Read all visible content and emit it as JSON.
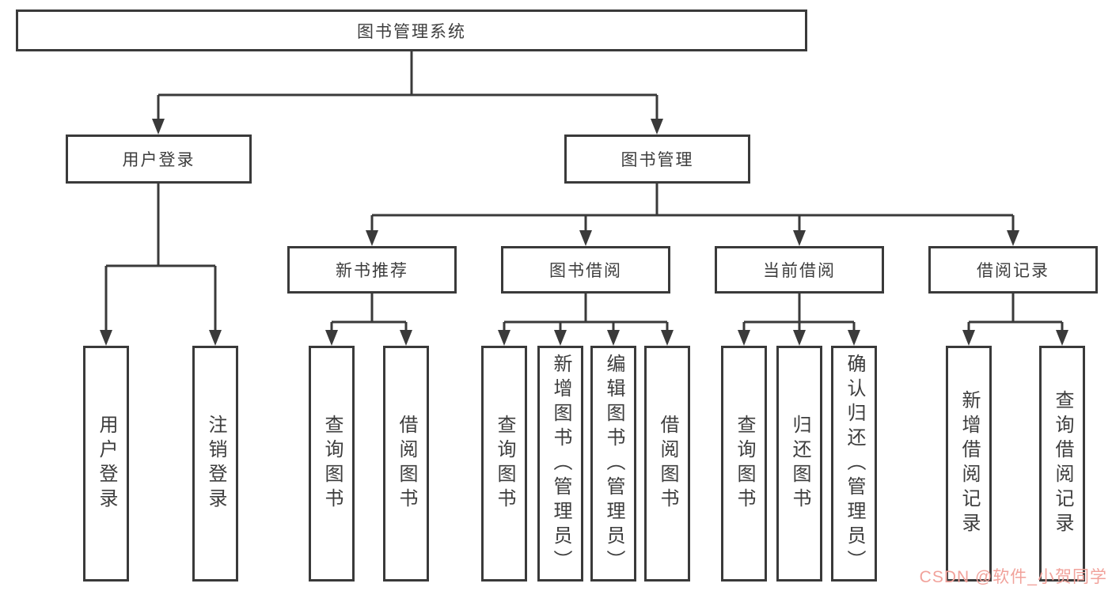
{
  "tree": {
    "root": {
      "label": "图书管理系统"
    },
    "level2": [
      {
        "label": "用户登录"
      },
      {
        "label": "图书管理"
      }
    ],
    "level3": [
      {
        "label": "新书推荐"
      },
      {
        "label": "图书借阅"
      },
      {
        "label": "当前借阅"
      },
      {
        "label": "借阅记录"
      }
    ],
    "leaves": {
      "userLogin": [
        {
          "label": "用户登录"
        },
        {
          "label": "注销登录"
        }
      ],
      "newBooks": [
        {
          "label": "查询图书"
        },
        {
          "label": "借阅图书"
        }
      ],
      "borrow": [
        {
          "label": "查询图书"
        },
        {
          "label": "新增图书（管理员）"
        },
        {
          "label": "编辑图书（管理员）"
        },
        {
          "label": "借阅图书"
        }
      ],
      "current": [
        {
          "label": "查询图书"
        },
        {
          "label": "归还图书"
        },
        {
          "label": "确认归还（管理员）"
        }
      ],
      "records": [
        {
          "label": "新增借阅记录"
        },
        {
          "label": "查询借阅记录"
        }
      ]
    }
  },
  "watermark": {
    "text": "CSDN @软件_小贺同学"
  },
  "colors": {
    "line": "#3a3a3a",
    "text": "#3d3d3d",
    "background": "#ffffff",
    "watermark": "#f1a29b"
  }
}
